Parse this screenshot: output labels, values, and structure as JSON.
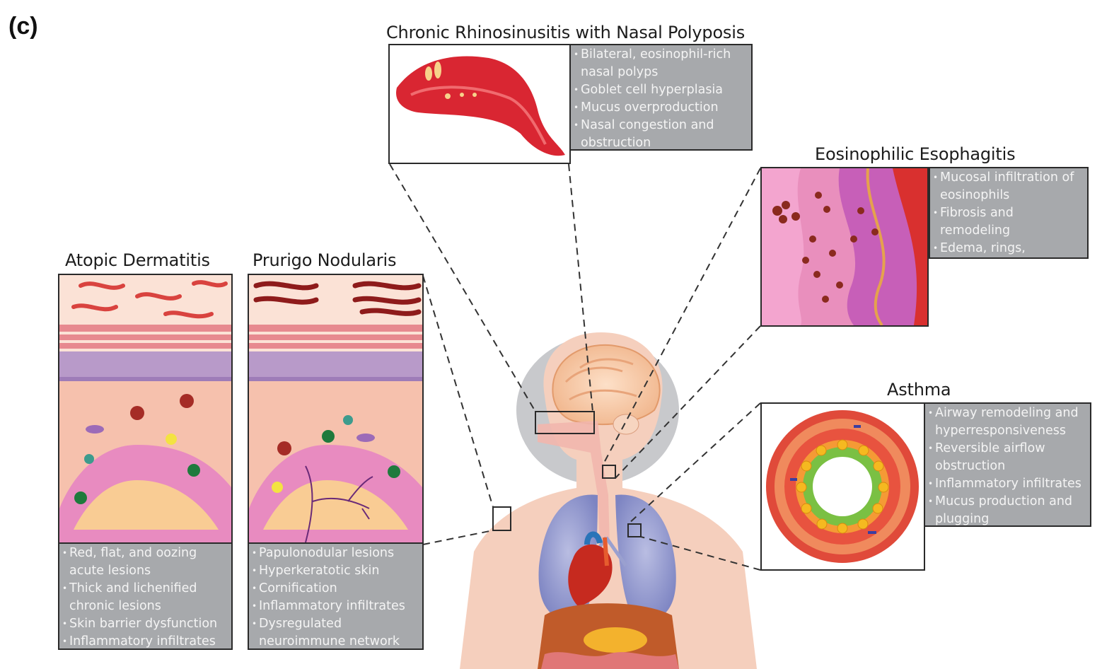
{
  "figure_label": "(c)",
  "crswnp": {
    "title": "Chronic Rhinosinusitis with Nasal Polyposis",
    "notes": [
      "Bilateral, eosinophil-rich nasal polyps",
      "Goblet cell hyperplasia",
      "Mucus overproduction",
      "Nasal congestion and obstruction"
    ]
  },
  "eoe": {
    "title": "Eosinophilic Esophagitis",
    "notes": [
      "Mucosal infiltration of eosinophils",
      "Fibrosis and remodeling",
      "Edema, rings, exudates, furrows, strictures"
    ]
  },
  "asthma": {
    "title": "Asthma",
    "notes": [
      "Airway remodeling and hyperresponsiveness",
      "Reversible airflow obstruction",
      "Inflammatory infiltrates",
      "Mucus production and plugging"
    ]
  },
  "atopic_dermatitis": {
    "title": "Atopic Dermatitis",
    "notes": [
      "Red, flat, and oozing acute lesions",
      "Thick and lichenified chronic lesions",
      "Skin barrier dysfunction",
      "Inflammatory infiltrates"
    ]
  },
  "prurigo_nodularis": {
    "title": "Prurigo Nodularis",
    "notes": [
      "Papulonodular lesions",
      "Hyperkeratotic skin",
      "Cornification",
      "Inflammatory infiltrates",
      "Dysregulated neuroimmune network"
    ]
  },
  "colors": {
    "note_box": "#a7a9ac",
    "skin": "#f4c9b3",
    "tissue_pink": "#e98fbd",
    "polyp_red": "#d92632",
    "eosinophil": "#8a2a1e"
  }
}
